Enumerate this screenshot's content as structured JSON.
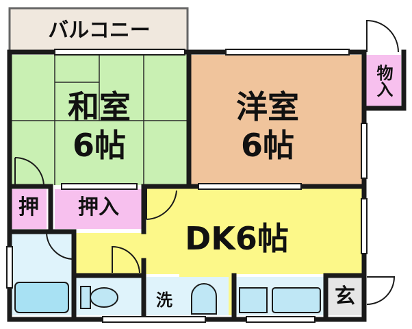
{
  "rooms": {
    "balcony": {
      "label": "バルコニー"
    },
    "washitsu": {
      "line1": "和室",
      "line2": "6帖"
    },
    "youshitsu": {
      "line1": "洋室",
      "line2": "6帖"
    },
    "monoire": {
      "label": "物入"
    },
    "oshi": {
      "label": "押"
    },
    "oshiire": {
      "label": "押入"
    },
    "dk": {
      "label": "DK6帖"
    },
    "sen": {
      "label": "洗"
    },
    "genkan": {
      "label": "玄"
    }
  },
  "colors": {
    "wall": "#1a1a1a",
    "washitsu_fill": "#c9f0b3",
    "youshitsu_fill": "#f0c49c",
    "dk_fill": "#fcf889",
    "closet_fill": "#f7c0ee",
    "balcony_fill": "#f0e8de",
    "wet_fill": "#dff3fb",
    "genkan_fill": "#e6e6e6"
  }
}
